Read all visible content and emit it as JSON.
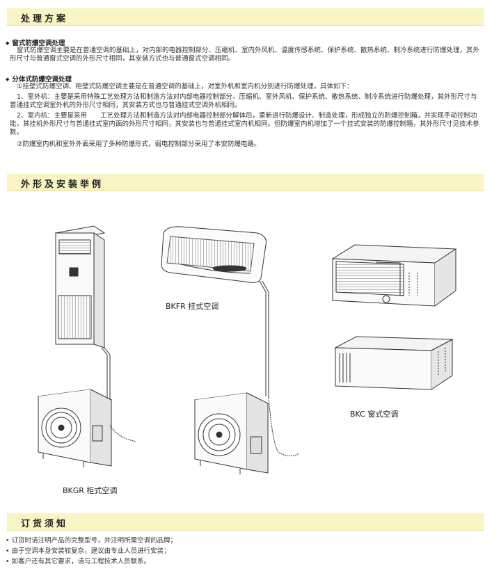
{
  "section1": {
    "title": "处理方案",
    "window_title": "窗式防爆空调处理",
    "window_text": "窗式防爆空调主要是在普通空调的基础上，对内部的电器控制部分、压缩机、室内外风机、温度传感系统、保护系统、散热系统、制冷系统进行防爆处理，其外形尺寸与普通窗式空调的外形尺寸相同，其安装方式也与普通窗式空调相同。",
    "split_title": "分体式防爆空调处理",
    "split_intro": "①挂壁式防爆空调、柜壁式防爆空调主要是在普通空调的基础上，对室外机和室内机分别进行防爆处理，具体如下：",
    "split_outdoor": "1、室外机：主要是采用特殊工艺处理方法和制造方法对内部电器控制部分、压缩机、室外风机、保护系统、散热系统、制冷系统进行防爆处理，其外形尺寸与普通挂式空调室外机的外形尺寸相同，其安装方式也与普通挂式空调外机相同。",
    "split_indoor": "2、室内机：主要是采用　　工艺处理方法和制造方法对内部电器控制部分解体后，重新进行防爆设计、制造处理，形成独立的防爆控制箱，并实现手动控制功能，其挂机外形尺寸与普通挂式室内面的外形尺寸相同，其安装也与普通挂式室内机相同。但防爆室内机增加了一个挂式安装的防爆控制箱，其外形尺寸见技术参数。",
    "split_note": "②防爆室内机和室外外面采用了多种防爆形式，弱电控制部分采用了本安防爆电路。"
  },
  "section2": {
    "title": "外形及安装举例",
    "caption_wall": "BKFR 挂式空调",
    "caption_window": "BKC 窗式空调",
    "caption_cabinet": "BKGR 柜式空调"
  },
  "section3": {
    "title": "订货须知",
    "items": [
      "订货时请注明产品的完整型号，并注明所需空调的品牌；",
      "由于空调本身安装较复杂，建议由专业人员进行安装；",
      "如客户还有其它要求，请与工程技术人员联系。"
    ]
  }
}
